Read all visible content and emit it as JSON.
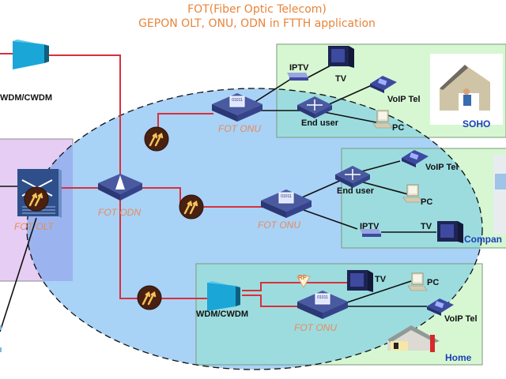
{
  "title": {
    "line1": "FOT(Fiber Optic Telecom)",
    "line2": "GEPON OLT, ONU, ODN in FTTH application"
  },
  "nodes": {
    "olt": "FOT OLT",
    "odn": "FOT ODN",
    "onu_soho": "FOT ONU",
    "onu_company": "FOT ONU",
    "onu_home": "FOT ONU",
    "wdm_top": "WDM/CWDM",
    "wdm_home": "WDM/CWDM",
    "rf": "RF"
  },
  "soho": {
    "site_label": "SOHO",
    "iptv": "IPTV",
    "tv": "TV",
    "voip": "VoIP Tel",
    "end_user": "End user",
    "pc": "PC"
  },
  "company": {
    "site_label": "Compan",
    "voip": "VoIP Tel",
    "end_user": "End user",
    "pc": "PC",
    "iptv": "IPTV",
    "tv": "TV"
  },
  "home": {
    "site_label": "Home",
    "tv": "TV",
    "pc": "PC",
    "voip": "VoIP Tel"
  },
  "colors": {
    "fiber": "#d9303a",
    "copper": "#111111",
    "title": "#e8843a",
    "device_label": "#e88a5a",
    "site_label": "#1a3fb8",
    "odn_area": "#a9d2f7",
    "site_area": "#d6f7d2",
    "olt_area": "#e6cdf3"
  }
}
